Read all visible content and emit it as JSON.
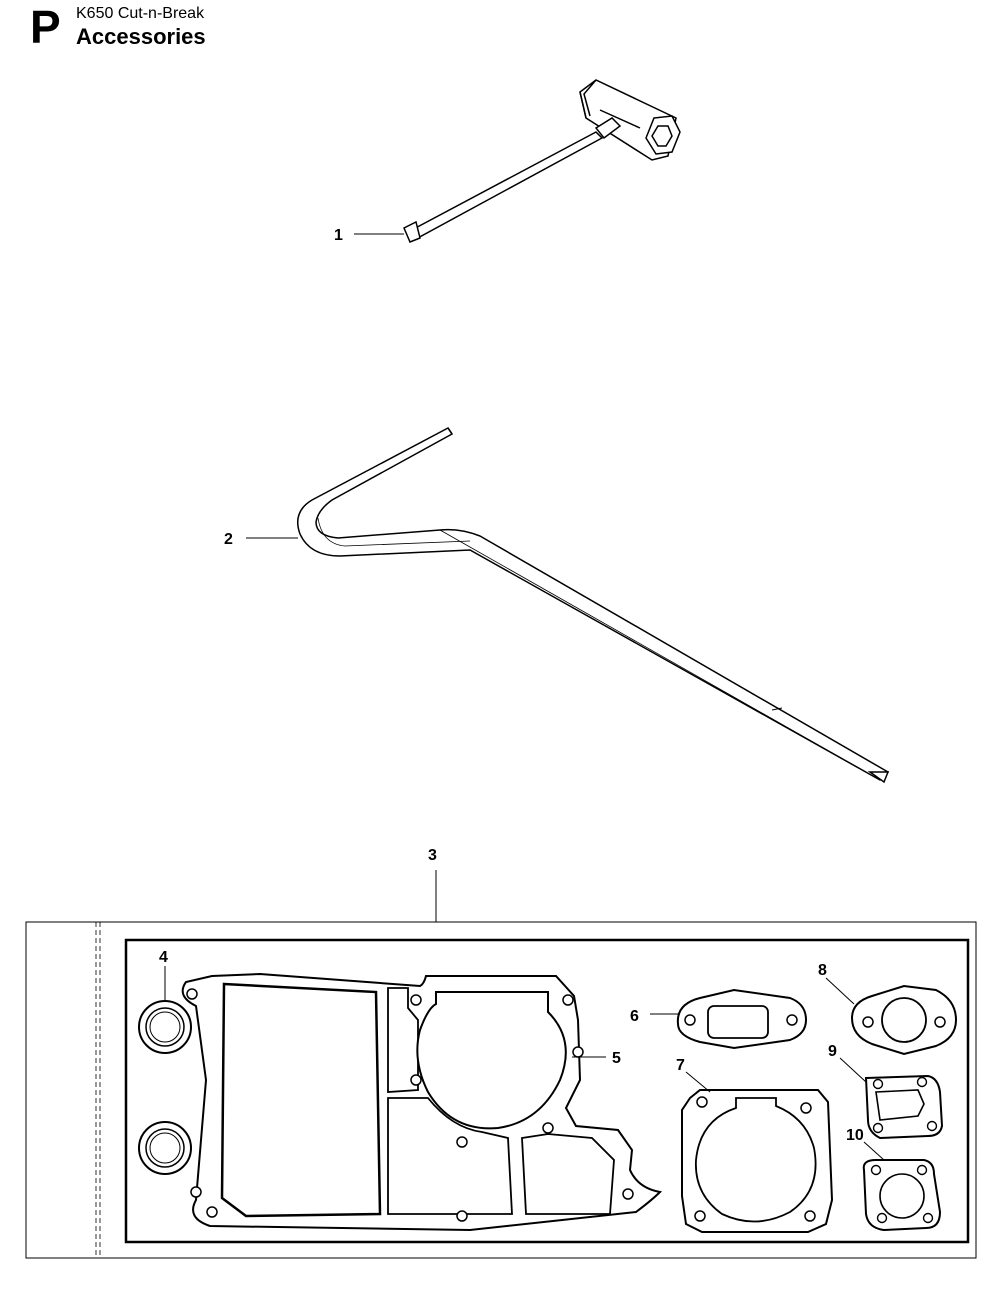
{
  "header": {
    "section_letter": "P",
    "model": "K650 Cut-n-Break",
    "title": "Accessories"
  },
  "callouts": [
    "1",
    "2",
    "3",
    "4",
    "5",
    "6",
    "7",
    "8",
    "9",
    "10"
  ]
}
